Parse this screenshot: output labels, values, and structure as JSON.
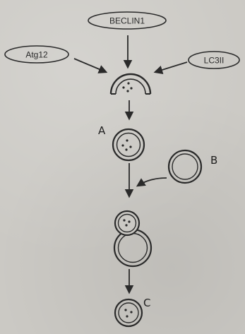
{
  "title": "",
  "inputs": [
    {
      "id": "beclin",
      "label": "BECLIN1"
    },
    {
      "id": "atg12",
      "label": "Atg12"
    },
    {
      "id": "lc3",
      "label": "LC3II"
    }
  ],
  "stages": [
    {
      "id": "A",
      "label": "A"
    },
    {
      "id": "B",
      "label": "B"
    },
    {
      "id": "C",
      "label": "C"
    }
  ],
  "colors": {
    "ink": "#2a2a2a",
    "background": "#cbc9c4"
  }
}
